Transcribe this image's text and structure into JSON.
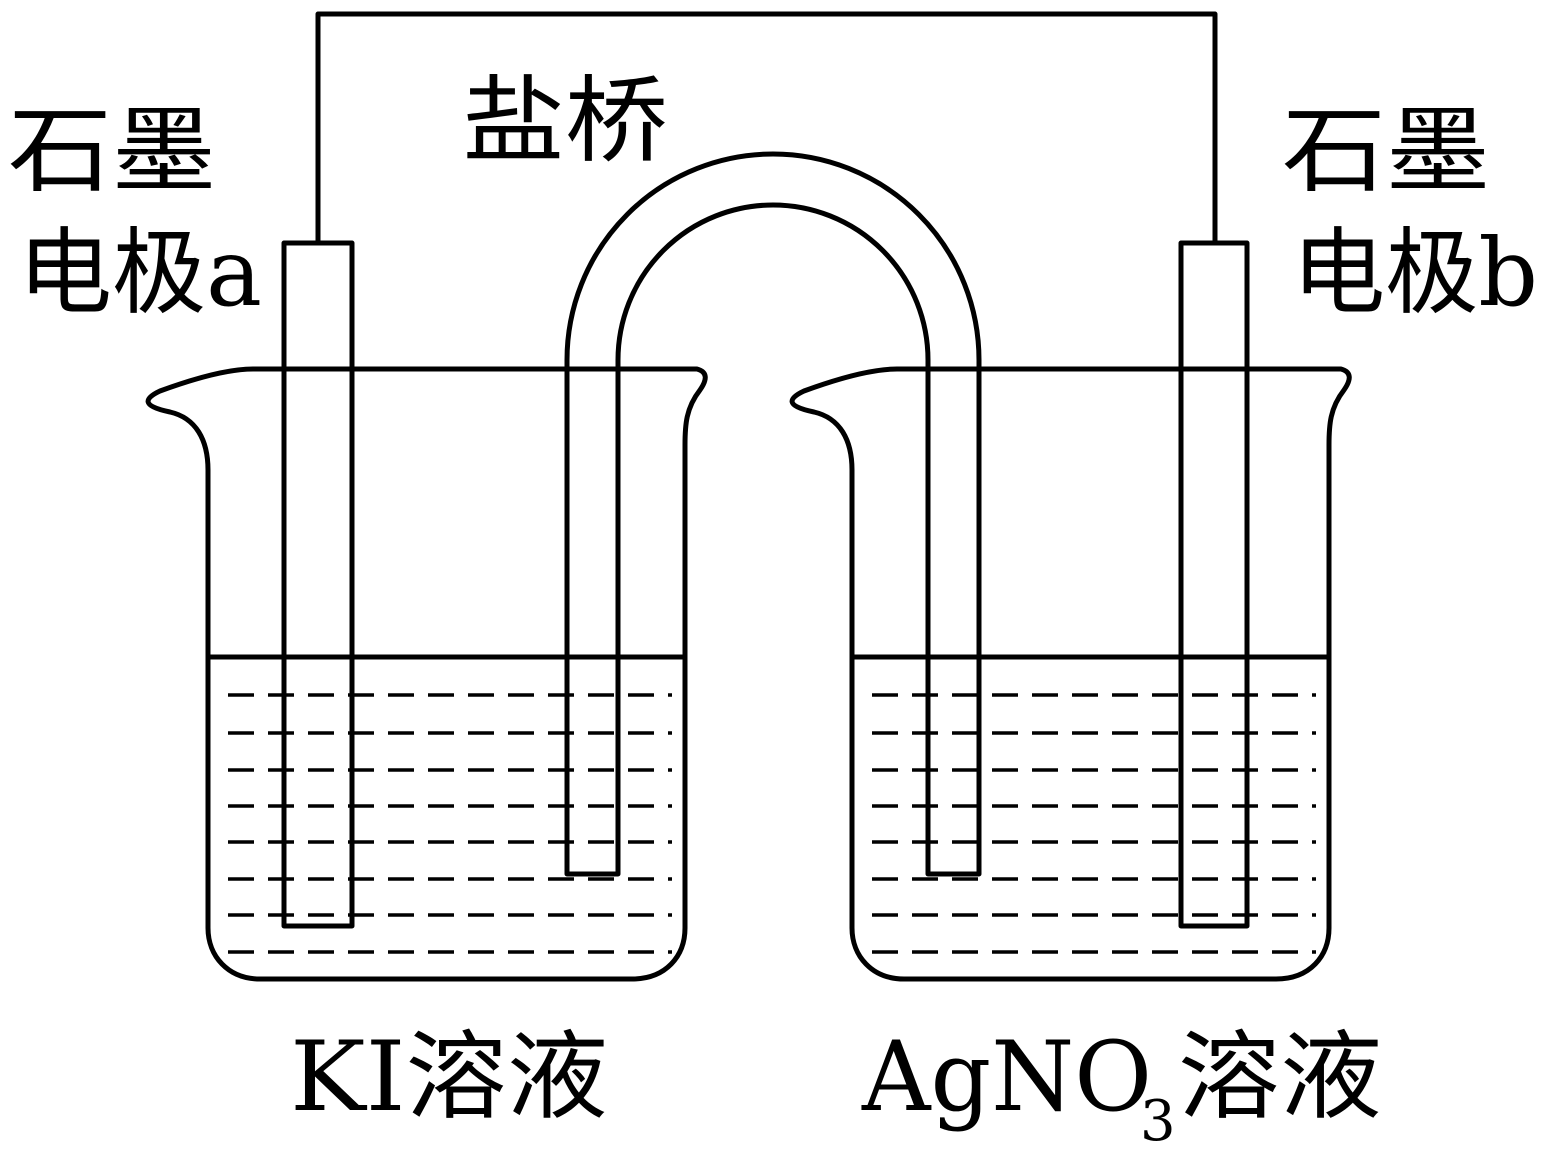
{
  "labels": {
    "electrode_a": {
      "line1": "石墨",
      "line2": "电极a"
    },
    "electrode_b": {
      "line1": "石墨",
      "line2": "电极b"
    },
    "salt_bridge": "盐桥",
    "left_solution": {
      "formula": "KI",
      "suffix": "溶液"
    },
    "right_solution": {
      "formula_main": "AgNO",
      "formula_subscript": "3",
      "suffix": "溶液"
    }
  },
  "colors": {
    "ink": "#000000",
    "background": "#ffffff"
  }
}
